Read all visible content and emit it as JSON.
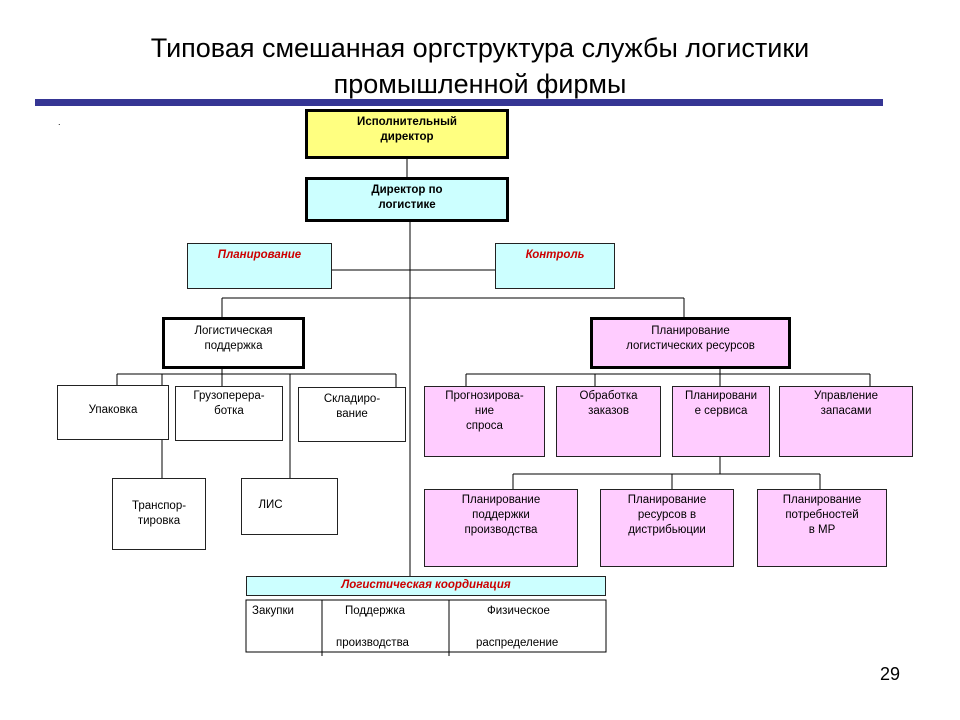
{
  "slide": {
    "title_line1": "Типовая смешанная оргструктура службы логистики",
    "title_line2": "промышленной фирмы",
    "dot": ".",
    "page_number": "29"
  },
  "boxes": {
    "exec_line1": "Исполнительный",
    "exec_line2": "директор",
    "logdir_line1": "Директор по",
    "logdir_line2": "логистике",
    "planning": "Планирование",
    "control": "Контроль",
    "logsupport_line1": "Логистическая",
    "logsupport_line2": "поддержка",
    "resplan_line1": "Планирование",
    "resplan_line2": "логистических ресурсов",
    "packing": "Упаковка",
    "cargo_line1": "Грузоперера-",
    "cargo_line2": "ботка",
    "storage_line1": "Складиро-",
    "storage_line2": "вание",
    "transport_line1": "Транспор-",
    "transport_line2": "тировка",
    "lis": "ЛИС",
    "forecast_line1": "Прогнозирова-",
    "forecast_line2": "ние",
    "forecast_line3": "спроса",
    "orders_line1": "Обработка",
    "orders_line2": "заказов",
    "service_line1": "Планировани",
    "service_line2": "е сервиса",
    "inventory_line1": "Управление",
    "inventory_line2": "запасами",
    "prodplan_line1": "Планирование",
    "prodplan_line2": "поддержки",
    "prodplan_line3": "производства",
    "distplan_line1": "Планирование",
    "distplan_line2": "ресурсов в",
    "distplan_line3": "дистрибьюции",
    "mrp_line1": "Планирование",
    "mrp_line2": "потребностей",
    "mrp_line3": "в МР",
    "coordination": "Логистическая координация"
  },
  "coordination_table": {
    "col1": "Закупки",
    "col2_line1": "Поддержка",
    "col2_line2": "производства",
    "col3_line1": "Физическое",
    "col3_line2": "распределение"
  },
  "colors": {
    "title_rule": "#353594",
    "yellow_fill": "#ffff80",
    "cyan_fill": "#ccffff",
    "pink_fill": "#ffccff",
    "red_text": "#cc0000"
  }
}
